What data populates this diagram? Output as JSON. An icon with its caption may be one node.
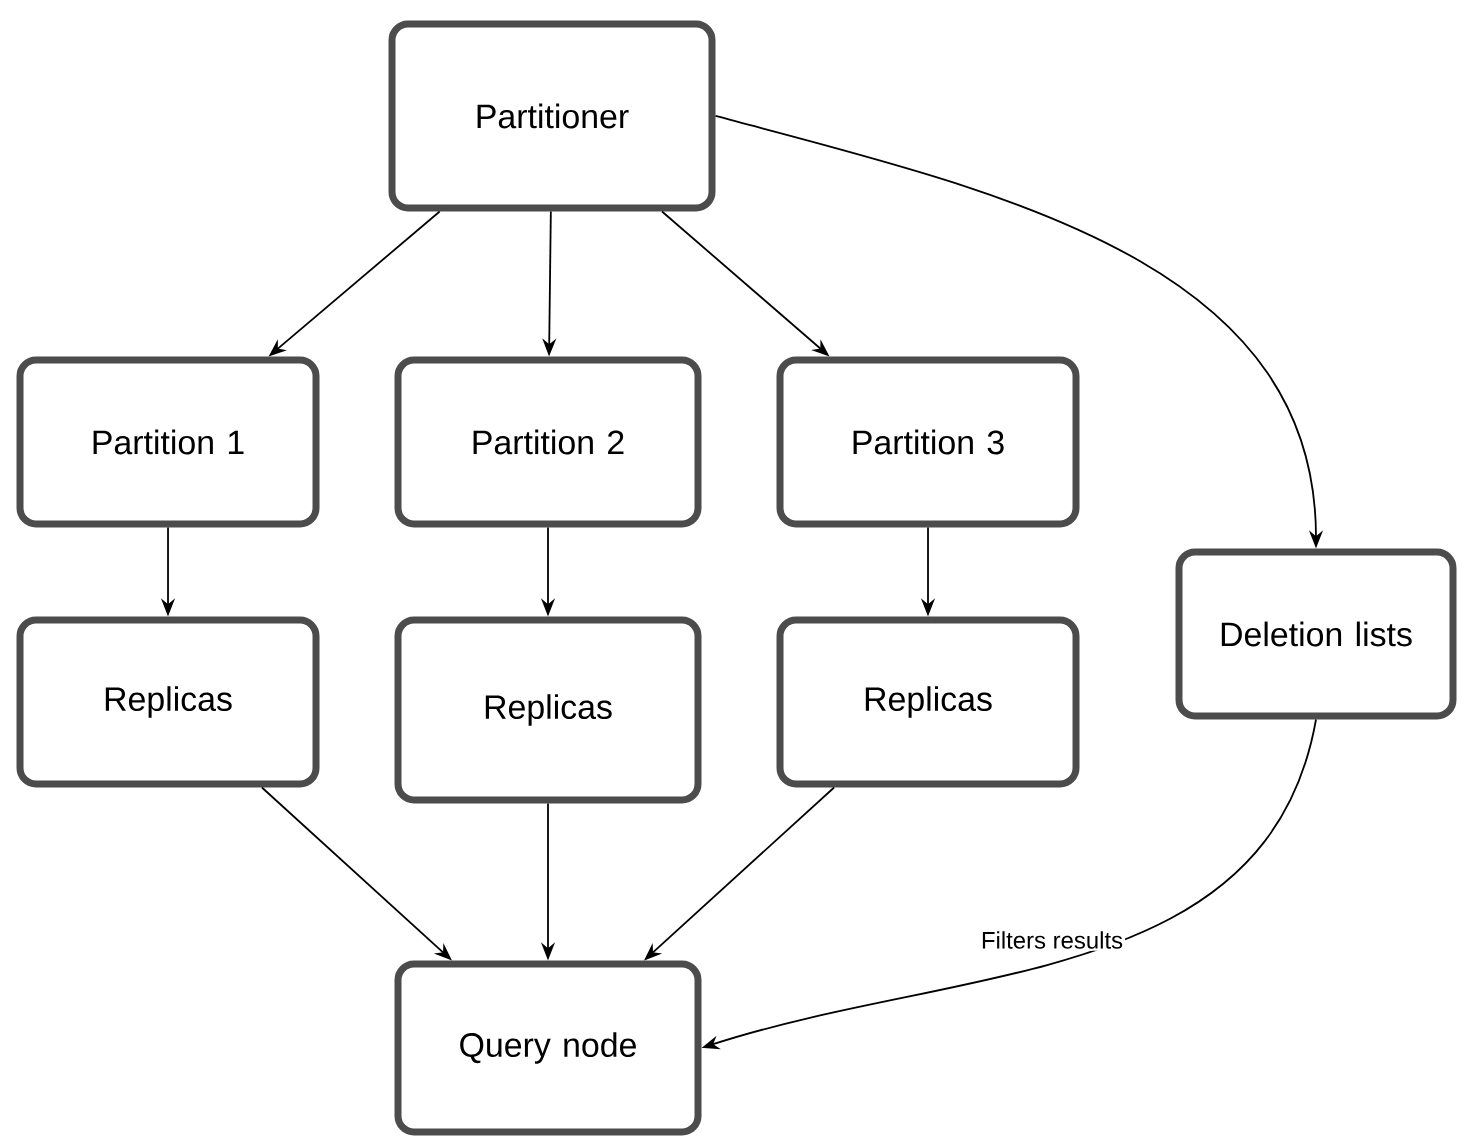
{
  "diagram": {
    "nodes": [
      {
        "text": [
          "Partitioner"
        ]
      },
      {
        "text": [
          "Partition 1"
        ]
      },
      {
        "text": [
          "Partition 2"
        ]
      },
      {
        "text": [
          "Partition 3"
        ]
      },
      {
        "text": [
          "Deletion lists"
        ]
      },
      {
        "text": [
          "Replicas"
        ]
      },
      {
        "text": [
          "Replicas"
        ]
      },
      {
        "text": [
          "Replicas"
        ]
      },
      {
        "text": [
          "Query node"
        ]
      }
    ],
    "edges": [
      {
        "from": 0,
        "to": 1,
        "arrow": "to"
      },
      {
        "from": 0,
        "to": 2,
        "arrow": "to"
      },
      {
        "from": 0,
        "to": 3,
        "arrow": "to"
      },
      {
        "from": 0,
        "to": 4,
        "arrow": "to"
      },
      {
        "from": 1,
        "to": 5,
        "arrow": "to"
      },
      {
        "from": 2,
        "to": 6,
        "arrow": "to"
      },
      {
        "from": 3,
        "to": 7,
        "arrow": "to"
      },
      {
        "from": 5,
        "to": 8,
        "arrow": "to"
      },
      {
        "from": 6,
        "to": 8,
        "arrow": "to"
      },
      {
        "from": 7,
        "to": 8,
        "arrow": "to"
      },
      {
        "from": 4,
        "to": 8,
        "label": "Filters results",
        "arrow": "to"
      }
    ]
  }
}
